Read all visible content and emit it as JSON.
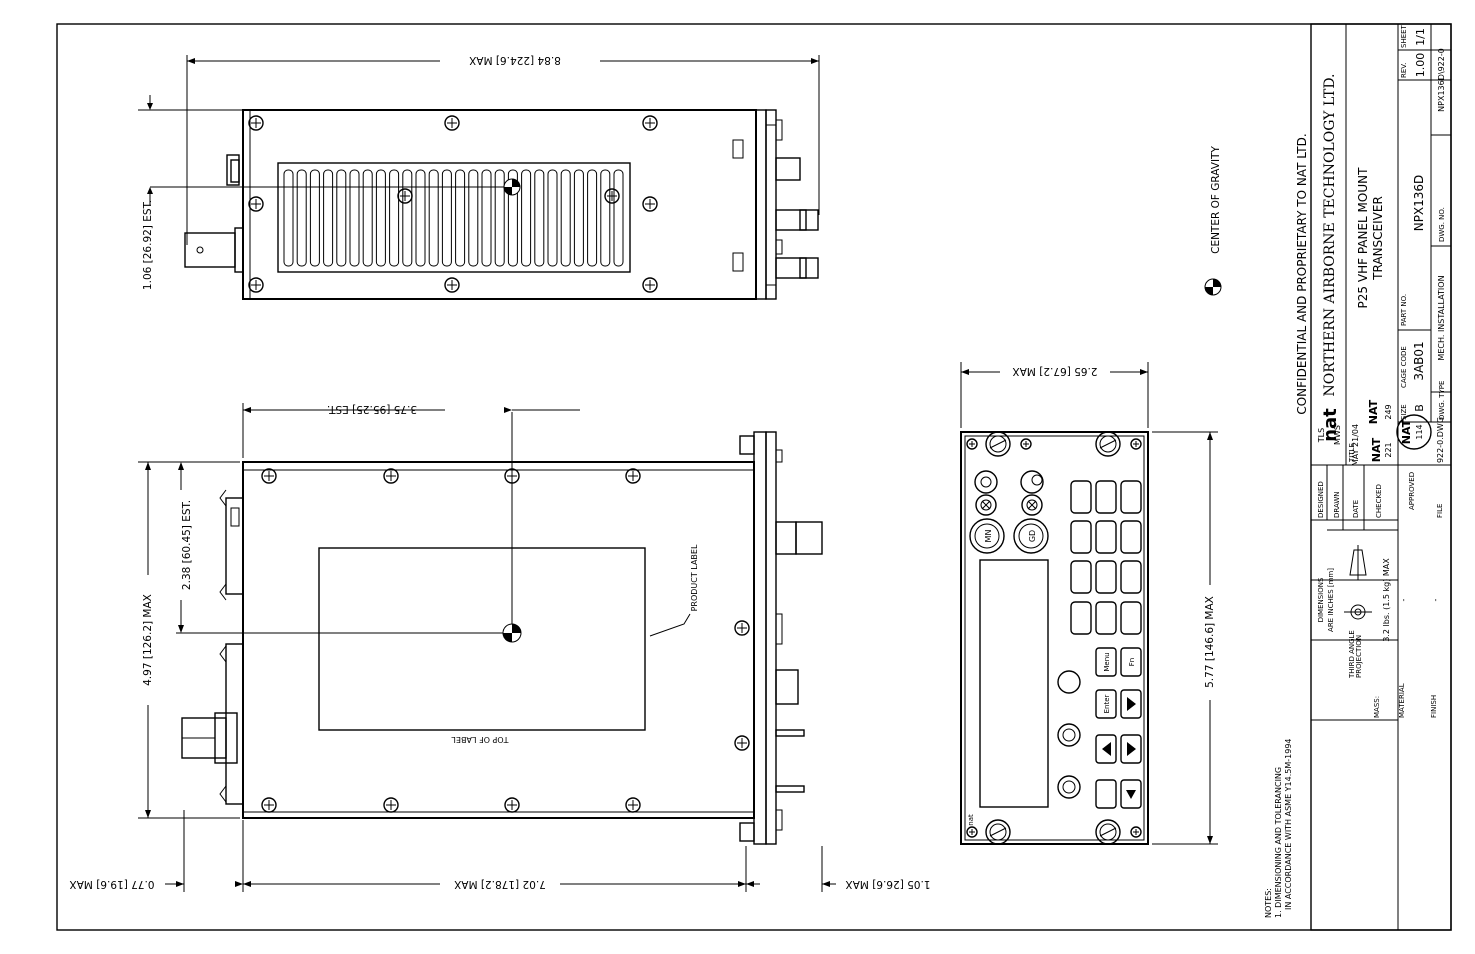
{
  "dimensions": {
    "top_width": "8.84 [224.6] MAX",
    "top_height_est": "1.06 [26.92] EST.",
    "side_cg_x": "3.75 [95.25] EST.",
    "side_cg_y": "2.38 [60.45] EST.",
    "side_height": "4.97 [126.2] MAX",
    "side_length": "7.02 [178.2] MAX",
    "rear_conn": "0.77 [19.6] MAX",
    "knob_depth": "1.05 [26.6] MAX",
    "front_width": "2.65 [67.2] MAX",
    "front_height": "5.77 [146.6] MAX"
  },
  "labels": {
    "product_label": "PRODUCT LABEL",
    "top_of_label": "TOP OF LABEL",
    "center_of_gravity": "CENTER OF GRAVITY",
    "knob_mn": "MN",
    "knob_gd": "GD",
    "key_menu": "Menu",
    "key_fn": "Fn",
    "key_enter": "Enter",
    "brand_small": "nat"
  },
  "notes": {
    "heading": "NOTES:",
    "line1": "1. DIMENSIONING AND TOLERANCING",
    "line2": "IN ACCORDANCE WITH ASME Y14.5M-1994"
  },
  "title_block": {
    "confidential": "CONFIDENTIAL AND PROPRIETARY TO NAT LTD.",
    "company": "NORTHERN AIRBORNE TECHNOLOGY LTD.",
    "logo_text": "nat",
    "title_label": "TITLE",
    "title_line1": "P25 VHF PANEL MOUNT",
    "title_line2": "TRANSCEIVER",
    "dims_label": "DIMENSIONS",
    "dims_units": "ARE INCHES [mm]",
    "third_angle": "THIRD ANGLE",
    "projection": "PROJECTION",
    "mass_label": "MASS:",
    "mass_value": "3.2 lbs. (1.5 kg) MAX",
    "material_label": "MATERIAL",
    "material_value": "-",
    "finish_label": "FINISH",
    "finish_value": "-",
    "designed_label": "DESIGNED",
    "designed_value": "TLS",
    "drawn_label": "DRAWN",
    "drawn_value": "MWS",
    "date_label": "DATE",
    "date_value": "MAY 21/04",
    "checked_label": "CHECKED",
    "checked_stamp_a": "NAT",
    "checked_stamp_b": "221",
    "checked_stamp_c": "NAT",
    "checked_stamp_d": "249",
    "approved_label": "APPROVED",
    "approved_stamp_a": "NAT",
    "approved_stamp_b": "114",
    "file_label": "FILE",
    "file_value": "922-0.DWG",
    "size_label": "SIZE",
    "size_value": "B",
    "cage_label": "CAGE CODE",
    "cage_value": "3AB01",
    "part_label": "PART NO.",
    "part_value": "NPX136D",
    "rev_label": "REV.",
    "rev_value": "1.00",
    "sheet_label": "SHEET",
    "sheet_value": "1/1",
    "dwg_type_label": "DWG. TYPE",
    "dwg_type_value": "MECH. INSTALLATION",
    "dwg_no_label": "DWG. NO.",
    "dwg_no_value": "NPX136D\\922-0"
  }
}
